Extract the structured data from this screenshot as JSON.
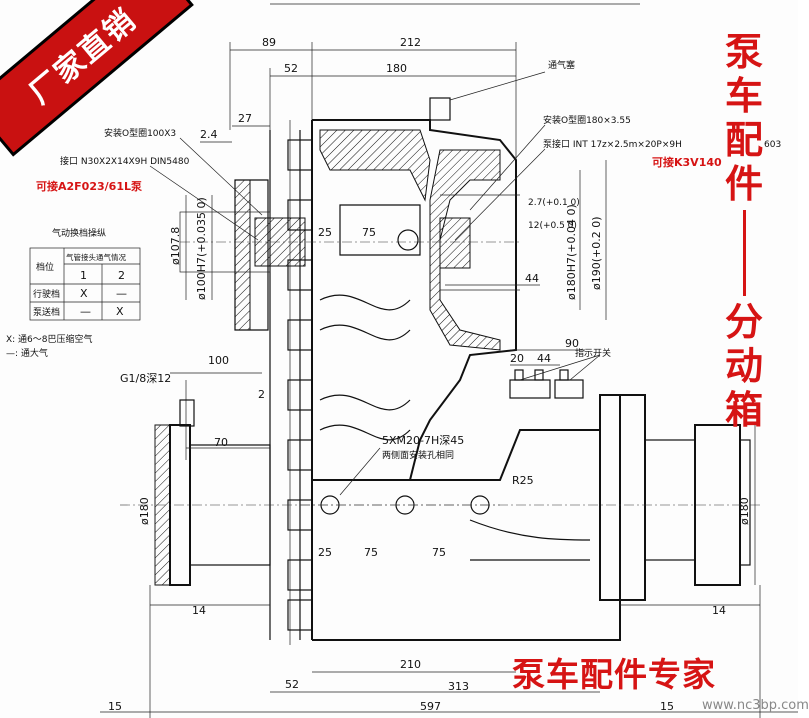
{
  "banner": {
    "text": "厂家直销"
  },
  "side_title": {
    "chars": [
      "泵",
      "车",
      "配",
      "件"
    ],
    "chars2": [
      "分",
      "动",
      "箱"
    ]
  },
  "bottom_title": "泵车配件专家",
  "watermark": "www.nc3bp.com",
  "red_labels": {
    "left_pump": "可接A2F023/61L泵",
    "right_pump": "可接K3V140"
  },
  "labels": {
    "seal_left": "安装O型圈100X3",
    "spline_left": "接口 N30X2X14X9H DIN5480",
    "seal_right": "安装O型圈180×3.55",
    "spline_right": "泵接口 INT 17z×2.5m×20P×9H",
    "right_cut": "603",
    "breather": "通气塞",
    "indicator": "指示开关",
    "holes": "5XM20-7H深45",
    "holes_note": "两侧面安装孔相同",
    "r25": "R25",
    "g18": "G1/8深12",
    "phi100h7": "ø100H7(+0.035 0)",
    "phi107": "ø107.8",
    "phi180h7": "ø180H7(+0.04 0)",
    "phi190": "ø190(+0.2 0)",
    "phi180_left": "ø180",
    "phi180_right": "ø180",
    "tol_27": "2.7(+0.1 0)",
    "tol_12": "12(+0.5 0)"
  },
  "dims": {
    "d89": "89",
    "d212": "212",
    "d52a": "52",
    "d180": "180",
    "d27": "27",
    "d24": "2.4",
    "d25a": "25",
    "d75a": "75",
    "d44a": "44",
    "d90": "90",
    "d20": "20",
    "d44b": "44",
    "d100": "100",
    "d2": "2",
    "d70": "70",
    "d25b": "25",
    "d75b": "75",
    "d75c": "75",
    "d14a": "14",
    "d14b": "14",
    "d210": "210",
    "d52b": "52",
    "d313": "313",
    "d15a": "15",
    "d597": "597",
    "d15b": "15"
  },
  "table": {
    "title": "气动换档操纵",
    "header_pos": "档位",
    "header_group": "气管接头通气情况",
    "cols": [
      "1",
      "2"
    ],
    "rows": [
      {
        "name": "行驶档",
        "c1": "X",
        "c2": "—"
      },
      {
        "name": "泵送档",
        "c1": "—",
        "c2": "X"
      }
    ],
    "legend1": "X:  通6～8巴压缩空气",
    "legend2": "—:  通大气"
  }
}
